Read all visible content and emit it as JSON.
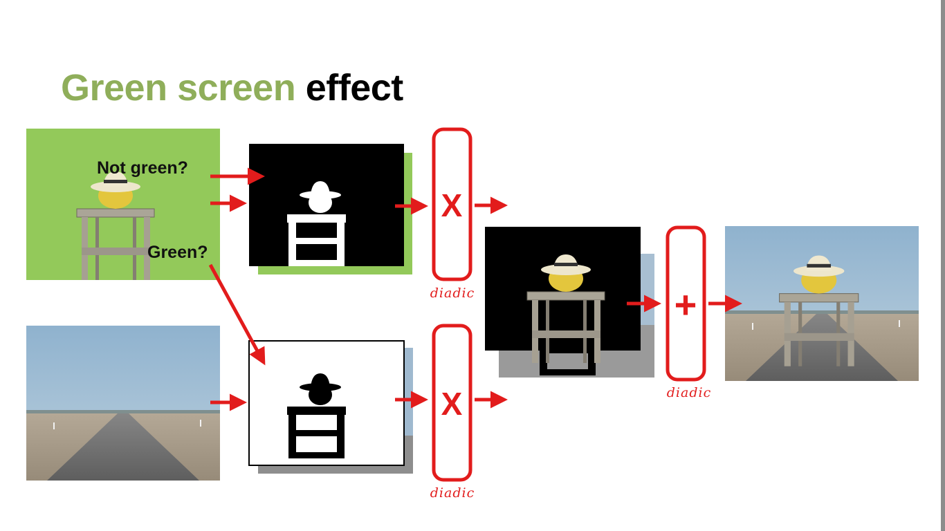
{
  "title": {
    "part1": "Green screen",
    "part2": "effect"
  },
  "labels": {
    "not_green": "Not green?",
    "green": "Green?"
  },
  "operators": {
    "multiply": "X",
    "add": "+"
  },
  "operator_caption": "diadic",
  "colors": {
    "title_green": "#8fae5a",
    "green_screen": "#93c95a",
    "arrow": "#e21c1c",
    "sky": "#9dbad3"
  },
  "icons": [
    "red-arrow-icon"
  ]
}
